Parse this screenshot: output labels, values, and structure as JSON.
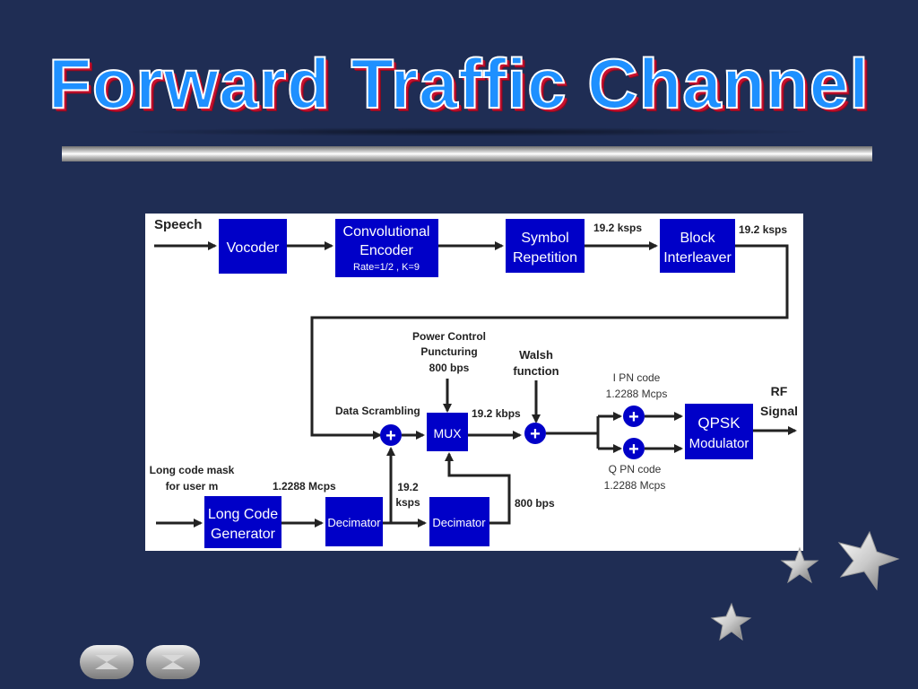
{
  "slide": {
    "title": "Forward Traffic Channel"
  },
  "diagram": {
    "input_speech": "Speech",
    "blocks": {
      "vocoder": "Vocoder",
      "conv_encoder_line1": "Convolutional",
      "conv_encoder_line2": "Encoder",
      "conv_encoder_param": "Rate=1/2 , K=9",
      "symbol_rep_line1": "Symbol",
      "symbol_rep_line2": "Repetition",
      "block_int_line1": "Block",
      "block_int_line2": "Interleaver",
      "mux": "MUX",
      "qpsk_line1": "QPSK",
      "qpsk_line2": "Modulator",
      "long_code_line1": "Long Code",
      "long_code_line2": "Generator",
      "decimator1": "Decimator",
      "decimator2": "Decimator",
      "adder_symbol": "+"
    },
    "labels": {
      "rate_after_repetition": "19.2 ksps",
      "rate_after_interleaver": "19.2 ksps",
      "power_control_line1": "Power Control",
      "power_control_line2": "Puncturing",
      "power_control_line3": "800 bps",
      "walsh_line1": "Walsh",
      "walsh_line2": "function",
      "data_scrambling": "Data Scrambling",
      "rate_after_mux": "19.2 kbps",
      "i_pn_line1": "I PN code",
      "i_pn_line2": "1.2288 Mcps",
      "q_pn_line1": "Q PN code",
      "q_pn_line2": "1.2288 Mcps",
      "rf_line1": "RF",
      "rf_line2": "Signal",
      "long_code_mask_line1": "Long code mask",
      "long_code_mask_line2": "for user m",
      "long_code_rate": "1.2288 Mcps",
      "decimator_rate_line1": "19.2",
      "decimator_rate_line2": "ksps",
      "decimator2_rate": "800 bps"
    }
  },
  "navigation": {
    "back_icon": "back-arrow-icon",
    "next_icon": "forward-arrow-icon"
  },
  "colors": {
    "background": "#1f2d54",
    "block_fill": "#0000c8",
    "title_fill": "#1e90ff",
    "title_shadow": "#c8102e"
  }
}
